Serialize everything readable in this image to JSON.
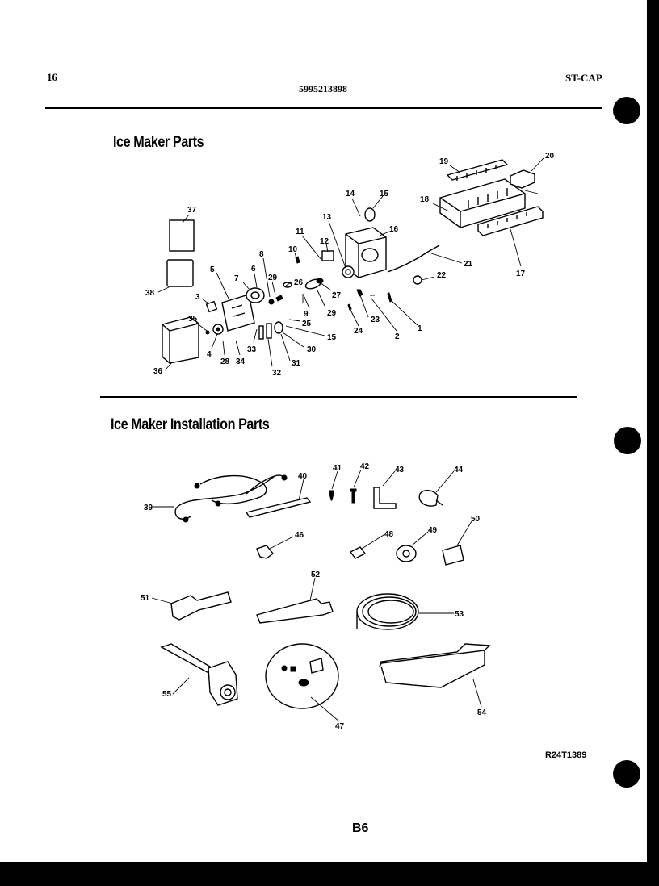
{
  "header": {
    "page_number": "16",
    "part_number": "5995213898",
    "model_code": "ST-CAP"
  },
  "sections": {
    "ice_maker_parts": "Ice Maker Parts",
    "installation_parts": "Ice Maker Installation Parts"
  },
  "callouts_top": [
    "37",
    "38",
    "36",
    "3",
    "5",
    "35",
    "4",
    "28",
    "34",
    "7",
    "6",
    "8",
    "29",
    "33",
    "32",
    "31",
    "30",
    "15",
    "10",
    "11",
    "12",
    "13",
    "14",
    "15",
    "16",
    "26",
    "27",
    "9",
    "29",
    "25",
    "24",
    "23",
    "2",
    "1",
    "22",
    "21",
    "17",
    "18",
    "19",
    "20"
  ],
  "callouts_bottom": [
    "39",
    "40",
    "41",
    "42",
    "43",
    "44",
    "46",
    "48",
    "49",
    "50",
    "51",
    "52",
    "53",
    "55",
    "47",
    "54"
  ],
  "footer": {
    "drawing_code": "R24T1389",
    "page_label": "B6"
  }
}
